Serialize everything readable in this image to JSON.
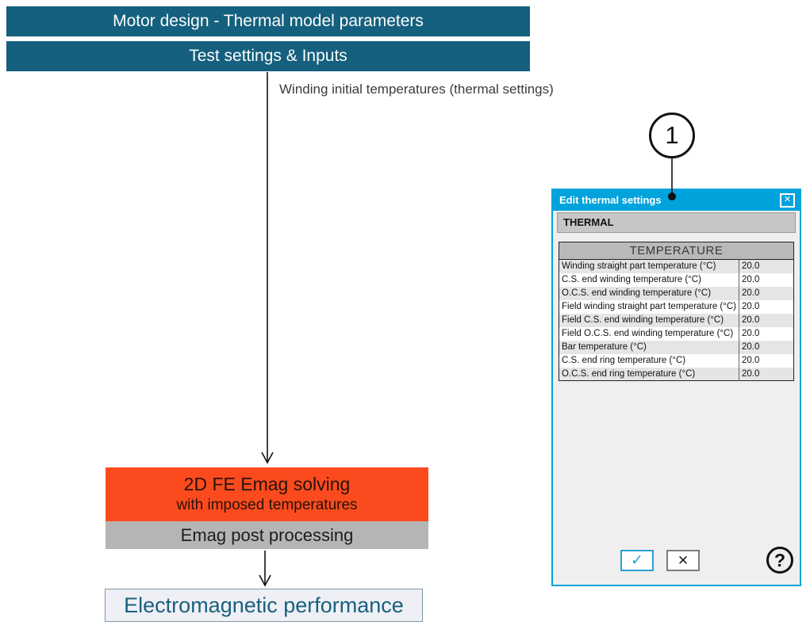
{
  "banners": {
    "title": "Motor design - Thermal model parameters",
    "subtitle": "Test settings & Inputs"
  },
  "flow": {
    "arrow_label": "Winding initial temperatures (thermal settings)",
    "solving_box_line1": "2D FE Emag solving",
    "solving_box_line2": "with imposed temperatures",
    "post_processing": "Emag post processing",
    "result_box": "Electromagnetic performance"
  },
  "annotation": {
    "number": "1"
  },
  "dialog": {
    "title": "Edit thermal settings",
    "close_glyph": "✕",
    "section_header": "THERMAL",
    "table": {
      "header": "TEMPERATURE",
      "rows": [
        {
          "label": "Winding straight part temperature (°C)",
          "value": "20.0"
        },
        {
          "label": "C.S. end winding temperature (°C)",
          "value": "20.0"
        },
        {
          "label": "O.C.S. end winding temperature (°C)",
          "value": "20.0"
        },
        {
          "label": "Field winding straight part temperature (°C)",
          "value": "20.0"
        },
        {
          "label": "Field C.S. end winding temperature (°C)",
          "value": "20.0"
        },
        {
          "label": "Field O.C.S. end winding temperature (°C)",
          "value": "20.0"
        },
        {
          "label": "Bar temperature (°C)",
          "value": "20.0"
        },
        {
          "label": "C.S. end ring temperature (°C)",
          "value": "20.0"
        },
        {
          "label": "O.C.S. end ring temperature (°C)",
          "value": "20.0"
        }
      ]
    },
    "buttons": {
      "ok_glyph": "✓",
      "cancel_glyph": "✕",
      "help_glyph": "?"
    }
  },
  "colors": {
    "banner_teal": "#14607E",
    "dialog_cyan": "#00A3DC",
    "solve_orange": "#FB4B1E",
    "post_gray": "#B5B5B5",
    "result_text_teal": "#1A607E"
  }
}
